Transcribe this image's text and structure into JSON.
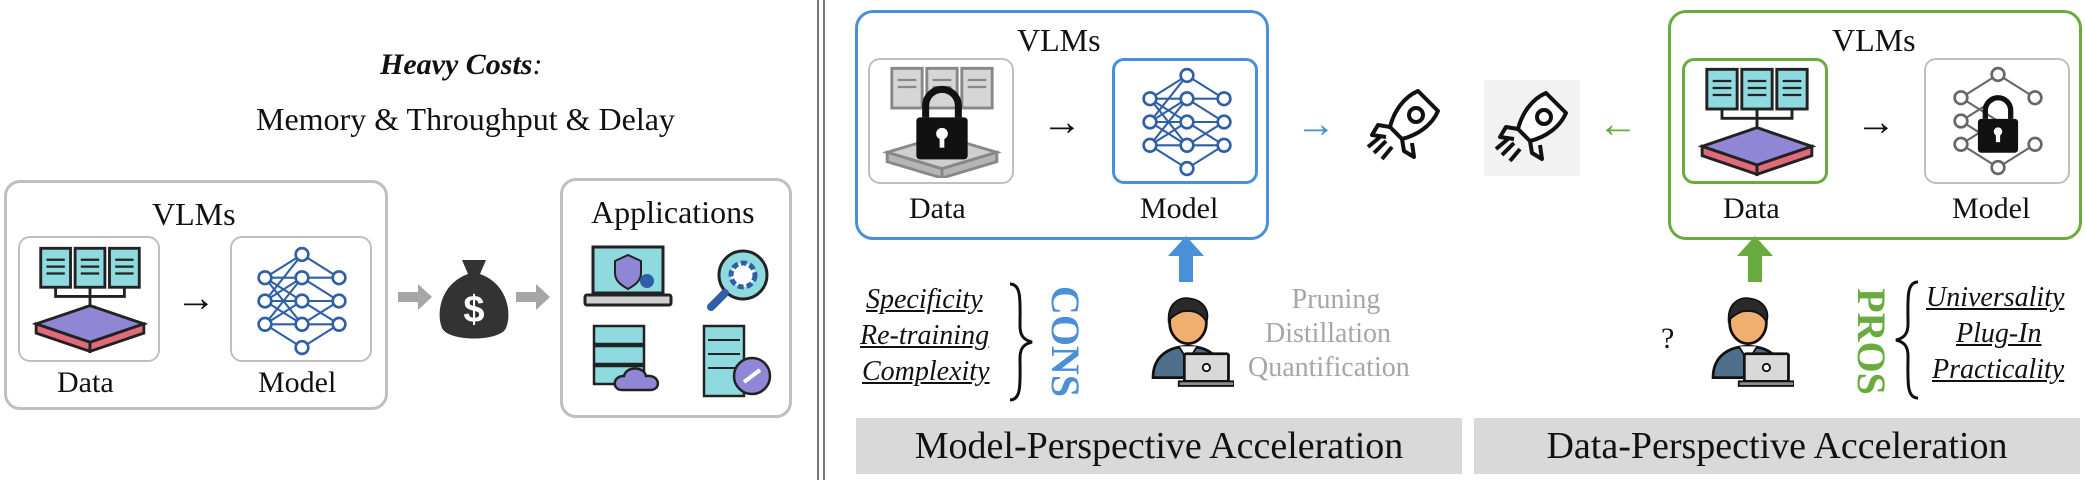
{
  "left_panel": {
    "heavy_costs_label": "Heavy Costs",
    "heavy_costs_colon": ":",
    "costs_detail": "Memory & Throughput & Delay",
    "vlms_title": "VLMs",
    "data_label": "Data",
    "model_label": "Model",
    "applications_title": "Applications"
  },
  "model_panel": {
    "vlms_title": "VLMs",
    "data_label": "Data",
    "model_label": "Model",
    "cons_items": [
      "Specificity",
      "Re-training",
      "Complexity"
    ],
    "cons_label": "CONS",
    "methods": [
      "Pruning",
      "Distillation",
      "Quantification"
    ],
    "banner": "Model-Perspective Acceleration"
  },
  "data_panel": {
    "vlms_title": "VLMs",
    "data_label": "Data",
    "model_label": "Model",
    "question_mark": "?",
    "pros_label": "PROS",
    "pros_items": [
      "Universality",
      "Plug-In",
      "Practicality"
    ],
    "banner": "Data-Perspective Acceleration"
  },
  "colors": {
    "blue_accent": "#4a90d9",
    "green_accent": "#6aab3f",
    "gray_box": "#bfbfbf",
    "banner_bg": "#d9d9d9",
    "doc_teal": "#7fd3d8",
    "platform_pink": "#e06a7a",
    "platform_purple": "#8f86d6",
    "node_blue": "#2f5fa8"
  }
}
